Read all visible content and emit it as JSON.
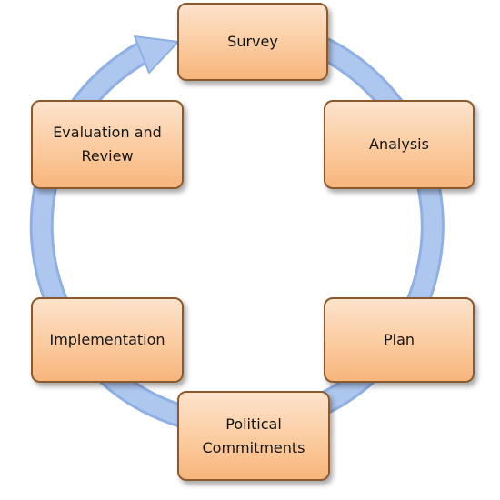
{
  "diagram": {
    "stages": [
      {
        "id": "survey",
        "label": "Survey"
      },
      {
        "id": "analysis",
        "label": "Analysis"
      },
      {
        "id": "plan",
        "label": "Plan"
      },
      {
        "id": "political",
        "label": "Political\nCommitments"
      },
      {
        "id": "implementation",
        "label": "Implementation"
      },
      {
        "id": "evaluation",
        "label": "Evaluation and\nReview"
      }
    ],
    "colors": {
      "ring": "#a9c3ee",
      "ring_edge": "#8fb0e4",
      "box_fill_top": "#fde3cc",
      "box_fill_bottom": "#f7b57c",
      "box_border": "#8a5a2e"
    },
    "direction": "clockwise"
  }
}
